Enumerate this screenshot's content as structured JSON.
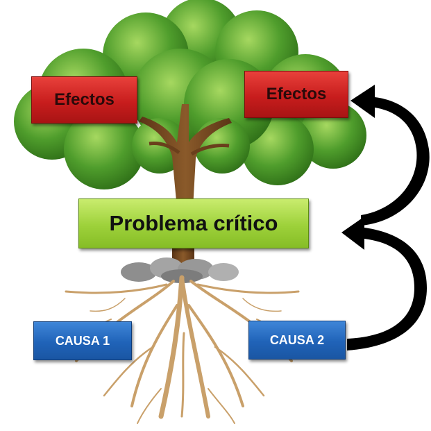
{
  "diagram": {
    "effects": [
      {
        "label": "Efectos"
      },
      {
        "label": "Efectos"
      }
    ],
    "problem": {
      "label": "Problema crítico"
    },
    "causes": [
      {
        "label": "CAUSA 1"
      },
      {
        "label": "CAUSA 2"
      }
    ]
  },
  "colors": {
    "effect_box": "#c81d1d",
    "problem_box": "#9dd13a",
    "cause_box": "#2063b8",
    "arrow": "#000000",
    "foliage": "#4a9a2a",
    "trunk": "#7a4a22",
    "roots": "#c9a06a"
  }
}
